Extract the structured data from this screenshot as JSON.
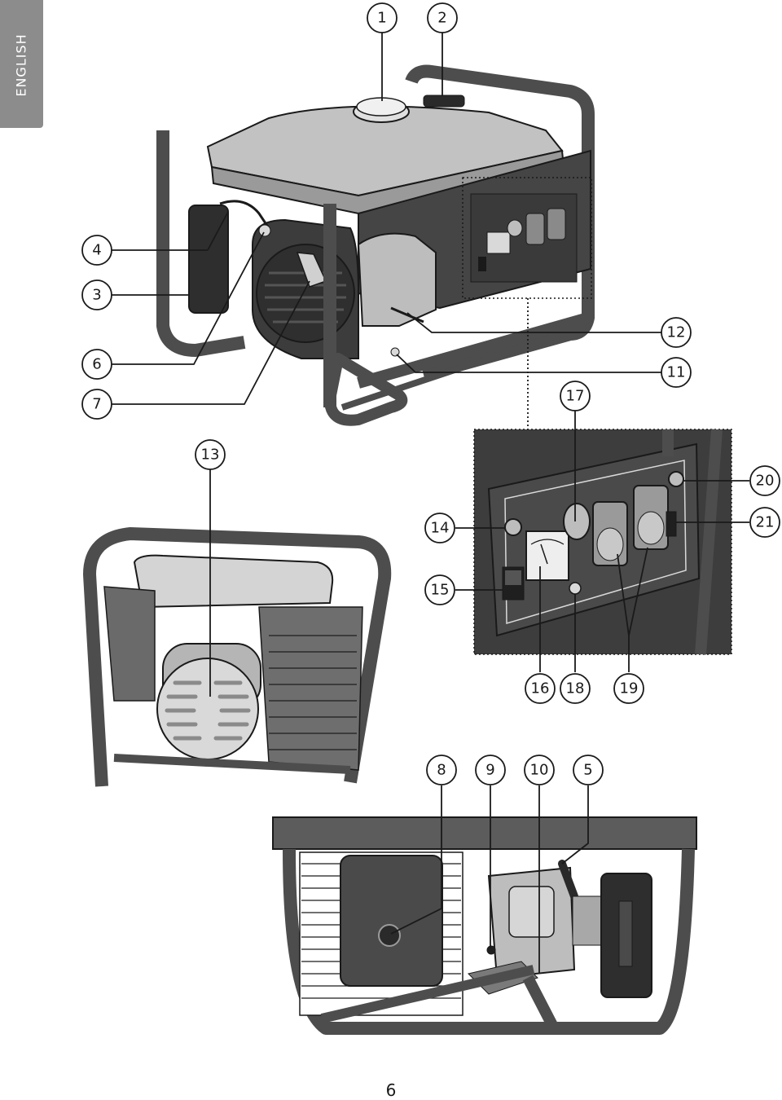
{
  "language_tab": "ENGLISH",
  "page_number": "6",
  "callouts": {
    "c1": "1",
    "c2": "2",
    "c3": "3",
    "c4": "4",
    "c5": "5",
    "c6": "6",
    "c7": "7",
    "c8": "8",
    "c9": "9",
    "c10": "10",
    "c11": "11",
    "c12": "12",
    "c13": "13",
    "c14": "14",
    "c15": "15",
    "c16": "16",
    "c17": "17",
    "c18": "18",
    "c19": "19",
    "c20": "20",
    "c21": "21"
  },
  "colors": {
    "frame": "#4d4d4d",
    "tank": "#c2c2c2",
    "dark_panel": "#5a5a5a",
    "engine": "#3c3c3c",
    "light_part": "#d9d9d9",
    "line": "#1a1a1a",
    "tab": "#8c8c8c"
  },
  "icons": [
    "fuel-cap",
    "fuel-gauge",
    "air-filter",
    "control-panel",
    "voltmeter",
    "socket",
    "switch",
    "circuit-breaker",
    "alternator-cover",
    "muffler"
  ]
}
